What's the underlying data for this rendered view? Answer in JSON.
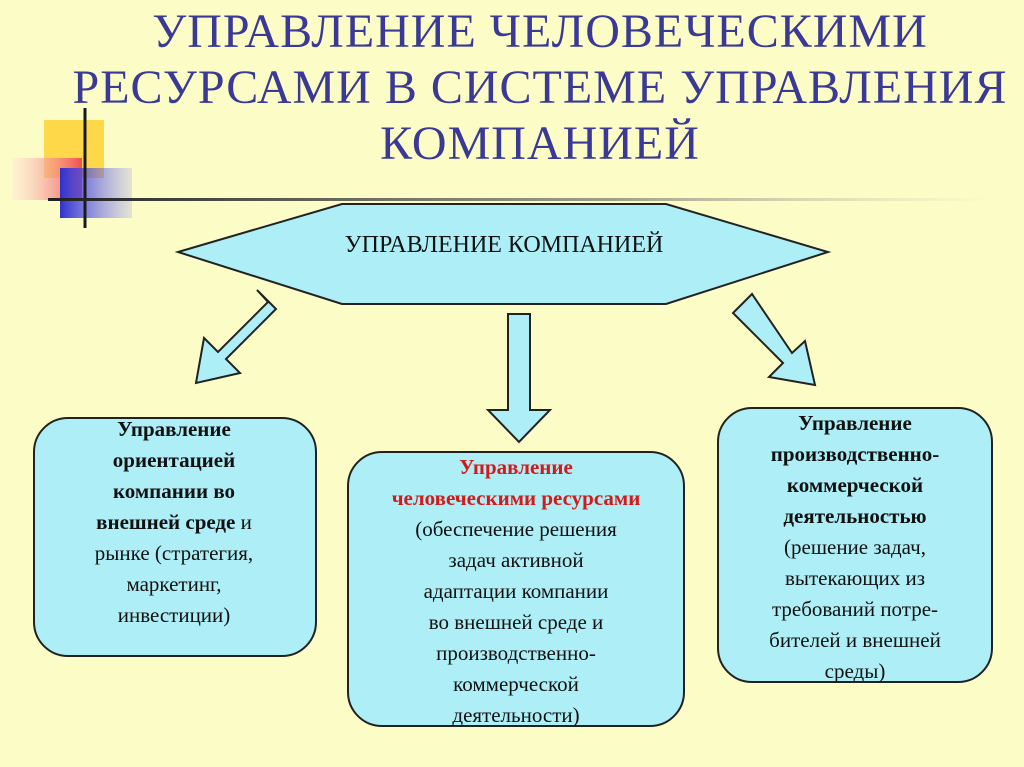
{
  "title": {
    "line1": "УПРАВЛЕНИЕ ЧЕЛОВЕЧЕСКИМИ",
    "line2": "РЕСУРСАМИ В СИСТЕМЕ УПРАВЛЕНИЯ",
    "line3": "КОМПАНИЕЙ"
  },
  "top_node": {
    "label": "УПРАВЛЕНИЕ КОМПАНИЕЙ"
  },
  "left_box": {
    "bold1": "Управление",
    "bold2": "ориентацией",
    "bold3": "компании во",
    "bold4": "внешней среде",
    "line4_rest": " и",
    "line5": "рынке (стратегия,",
    "line6": "маркетинг,",
    "line7": "инвестиции)"
  },
  "center_box": {
    "red1": "Управление",
    "red2": "человеческими ресурсами",
    "line3": "(обеспечение решения",
    "line4": "задач активной",
    "line5": "адаптации компании",
    "line6": "во внешней среде и",
    "line7": "производственно-",
    "line8": "коммерческой",
    "line9": "деятельности)"
  },
  "right_box": {
    "bold1": "Управление",
    "bold2": "производственно-",
    "bold3": "коммерческой",
    "bold4": "деятельностью",
    "line5": "(решение задач,",
    "line6": "вытекающих из",
    "line7": "требований потре-",
    "line8": "бителей и внешней",
    "line9": "среды)"
  },
  "colors": {
    "background": "#fcfcc6",
    "title": "#3a3a96",
    "node_fill": "#aeeef6",
    "accent_red": "#d11a1a"
  }
}
